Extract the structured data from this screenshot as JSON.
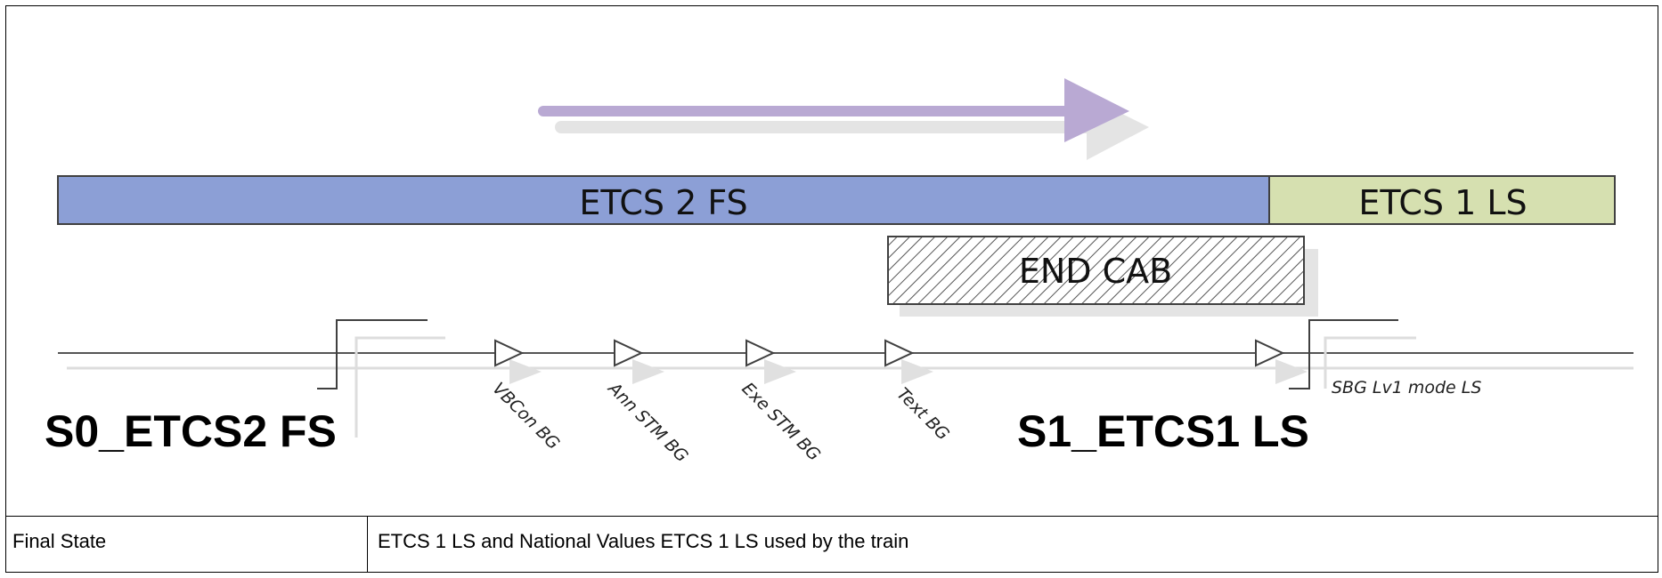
{
  "diagram": {
    "level_bar_left": "ETCS 2 FS",
    "level_bar_right": "ETCS 1 LS",
    "end_cab_label": "END CAB",
    "signal_left": "S0_ETCS2 FS",
    "signal_right": "S1_ETCS1 LS",
    "balises": [
      "VBCon BG",
      "Ann STM BG",
      "Exe STM BG",
      "Text BG"
    ],
    "sbg_note": "SBG Lv1 mode LS",
    "colors": {
      "etcs2_fill": "#8c9fd6",
      "etcs1_fill": "#d6e0b0",
      "arrow": "#b9a9d3",
      "shadow": "#e0e0e0"
    }
  },
  "table": {
    "label": "Final State",
    "value": "ETCS 1 LS and National Values ETCS 1 LS used by the train"
  }
}
